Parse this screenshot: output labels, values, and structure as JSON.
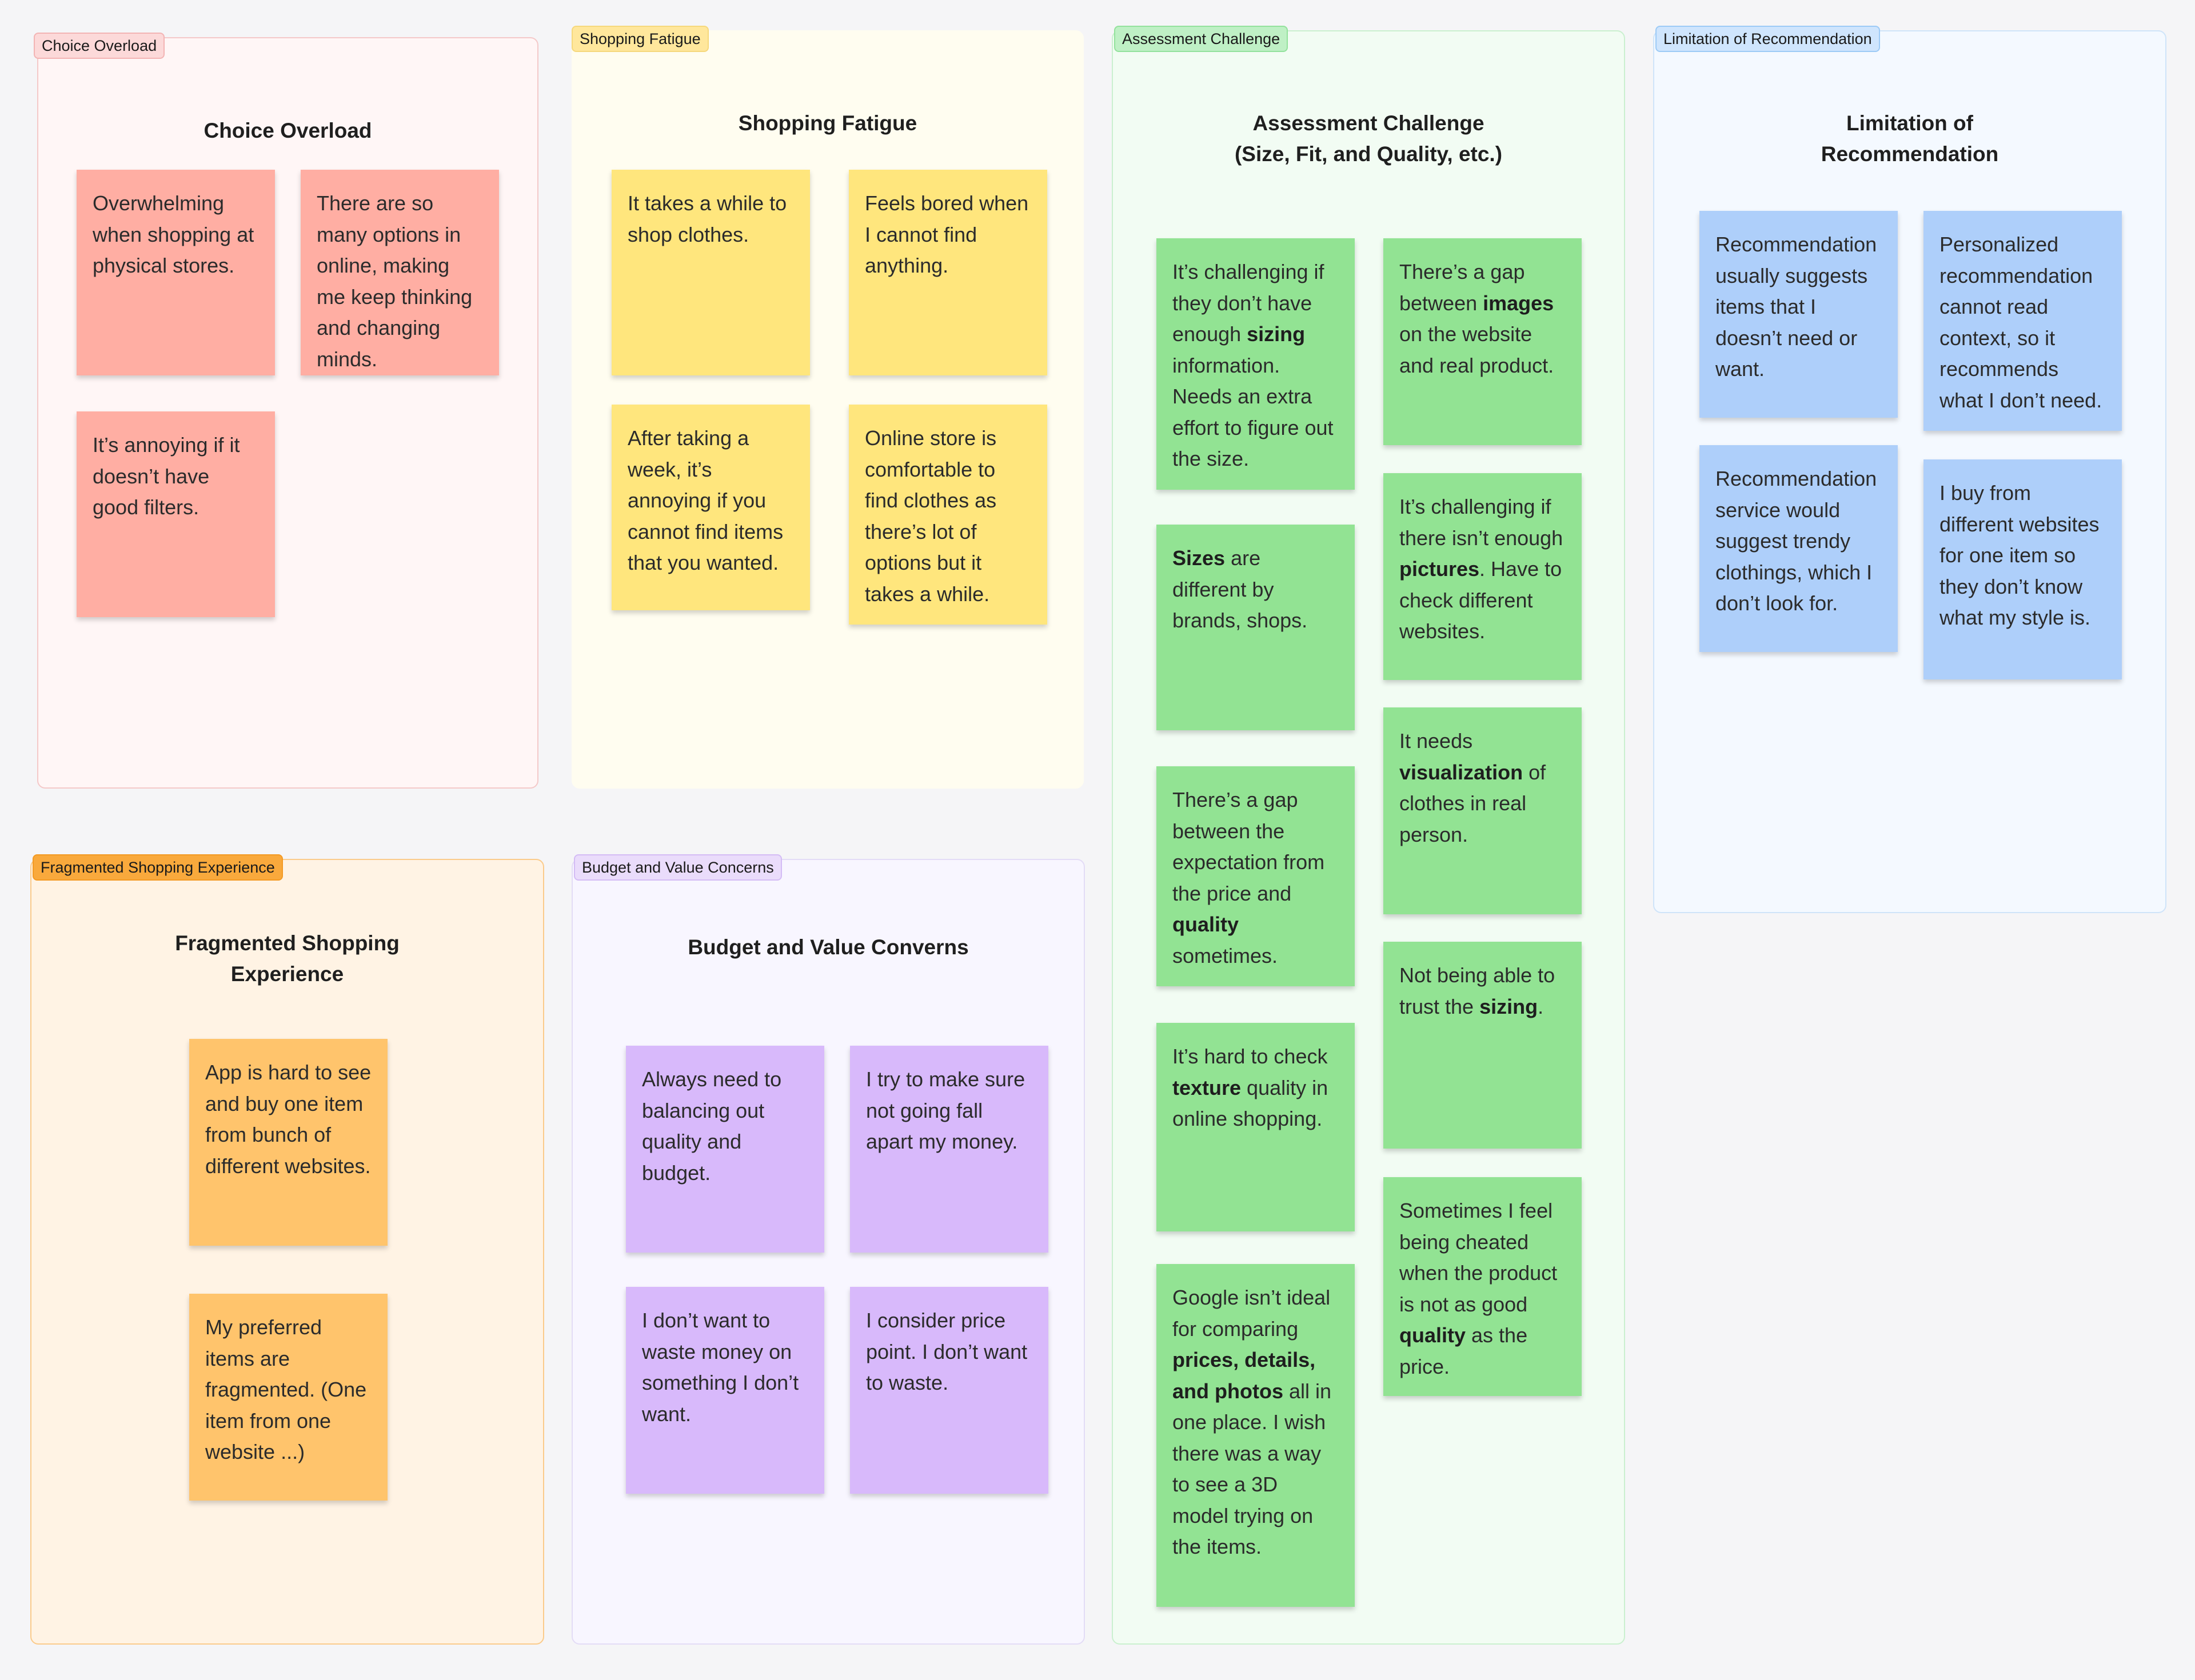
{
  "sections": {
    "choice": {
      "tag": "Choice Overload",
      "title": "Choice Overload",
      "notes": [
        "Overwhelming when shopping at physical stores.",
        "There are so many options in online, making me keep thinking and changing minds.",
        "It’s annoying if it doesn’t have good filters."
      ]
    },
    "fatigue": {
      "tag": "Shopping Fatigue",
      "title": "Shopping Fatigue",
      "notes": [
        "It takes a while to shop clothes.",
        "Feels bored when I cannot find anything.",
        "After taking a week, it’s annoying if you cannot find items that you wanted.",
        "Online store is comfortable to find clothes as there’s lot of options but it takes a while."
      ]
    },
    "assess": {
      "tag": "Assessment Challenge",
      "title": "Assessment Challenge\n(Size, Fit, and Quality, etc.)",
      "notes": [
        [
          "It’s challenging if they don’t have enough ",
          {
            "b": "sizing"
          },
          " information. Needs an extra effort to figure out the size."
        ],
        [
          {
            "b": "Sizes"
          },
          " are different by brands, shops."
        ],
        [
          "There’s a gap between the expectation from the price and ",
          {
            "b": "quality"
          },
          " sometimes."
        ],
        [
          "It’s hard to check ",
          {
            "b": "texture"
          },
          " quality in online shopping."
        ],
        [
          "Google isn’t ideal for comparing ",
          {
            "b": "prices, details, and photos"
          },
          " all in one place. I wish there was a way to see a 3D model trying on the items."
        ],
        [
          "There’s a gap between ",
          {
            "b": "images"
          },
          " on the website and real product."
        ],
        [
          "It’s challenging if there isn’t enough ",
          {
            "b": "pictures"
          },
          ". Have to check different websites."
        ],
        [
          "It needs ",
          {
            "b": "visualization"
          },
          " of clothes in real person."
        ],
        [
          "Not being able to trust the ",
          {
            "b": "sizing"
          },
          "."
        ],
        [
          "Sometimes I feel being cheated when the product is not as good ",
          {
            "b": "quality"
          },
          " as the price."
        ]
      ]
    },
    "rec": {
      "tag": "Limitation of Recommendation",
      "title": "Limitation of\nRecommendation",
      "notes": [
        "Recommendation usually suggests items that I doesn’t need or want.",
        "Personalized recommendation cannot read context, so it recommends what I don’t need.",
        "Recommendation service would suggest trendy clothings, which I don’t look for.",
        "I buy from different websites for one item so they don’t know what my style is."
      ]
    },
    "frag": {
      "tag": "Fragmented Shopping Experience",
      "title": "Fragmented Shopping\nExperience",
      "notes": [
        "App is hard to see and buy one item from bunch of different websites.",
        "My preferred items are fragmented. (One item from one website ...)"
      ]
    },
    "budget": {
      "tag": "Budget and Value Concerns",
      "title": "Budget and Value Converns",
      "notes": [
        "Always need to balancing out quality and budget.",
        "I try to make sure not going fall apart my money.",
        "I don’t want to waste money on something I don’t want.",
        "I consider price point. I don’t want to waste."
      ]
    }
  }
}
